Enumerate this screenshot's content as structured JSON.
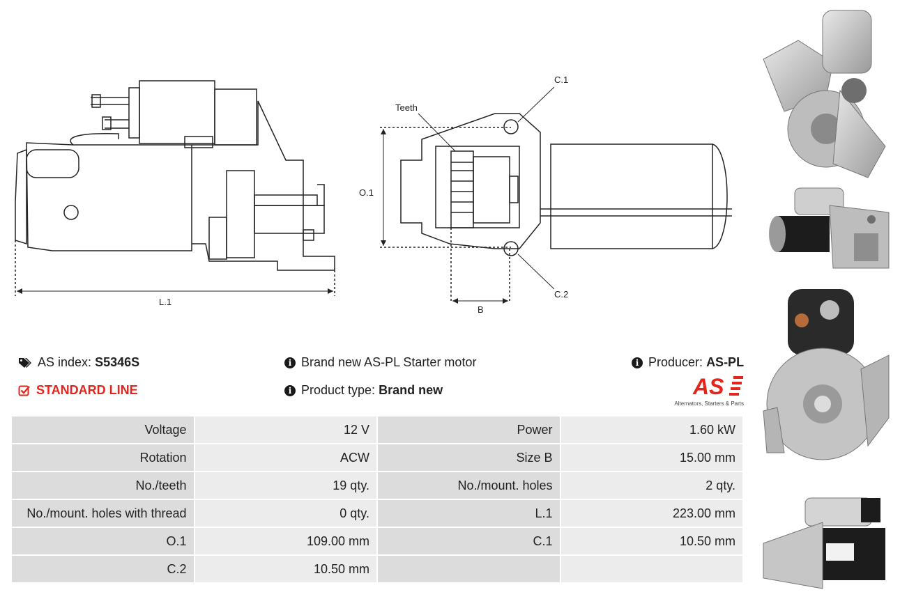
{
  "drawing": {
    "label_l1": "L.1",
    "label_o1": "O.1",
    "label_c1": "C.1",
    "label_c2": "C.2",
    "label_b": "B",
    "label_teeth": "Teeth"
  },
  "meta": {
    "as_index_label": "AS index:",
    "as_index_value": "S5346S",
    "description": "Brand new AS-PL Starter motor",
    "producer_label": "Producer:",
    "producer_value": "AS-PL",
    "line_label": "STANDARD LINE",
    "product_type_label": "Product type:",
    "product_type_value": "Brand new"
  },
  "logo": {
    "mark": "AS",
    "tagline": "Alternators, Starters & Parts",
    "color": "#e3261d"
  },
  "specs": [
    [
      "Voltage",
      "12 V",
      "Power",
      "1.60 kW"
    ],
    [
      "Rotation",
      "ACW",
      "Size B",
      "15.00 mm"
    ],
    [
      "No./teeth",
      "19 qty.",
      "No./mount. holes",
      "2 qty."
    ],
    [
      "No./mount. holes with thread",
      "0 qty.",
      "L.1",
      "223.00 mm"
    ],
    [
      "O.1",
      "109.00 mm",
      "C.1",
      "10.50 mm"
    ],
    [
      "C.2",
      "10.50 mm",
      "",
      ""
    ]
  ],
  "colors": {
    "accent_red": "#e3261d",
    "label_bg": "#dcdcdc",
    "value_bg": "#ececec"
  }
}
